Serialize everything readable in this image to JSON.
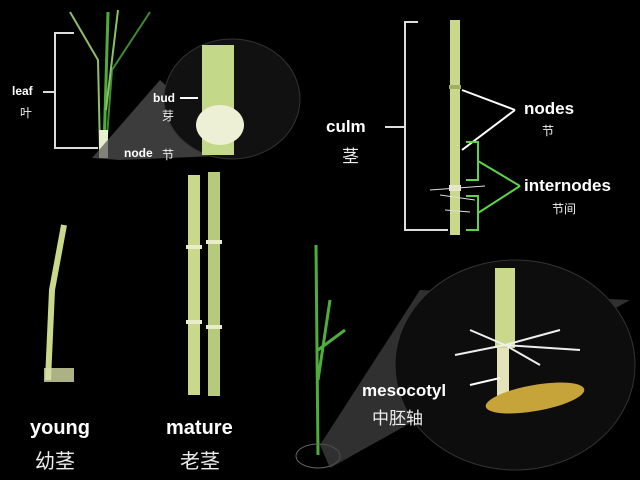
{
  "title": "Rice stem structure diagram",
  "labels": {
    "leaf": {
      "en": "leaf",
      "zh": "叶"
    },
    "bud": {
      "en": "bud",
      "zh": "芽"
    },
    "node": {
      "en": "node",
      "zh": "节"
    },
    "culm": {
      "en": "culm",
      "zh": "茎"
    },
    "nodes": {
      "en": "nodes",
      "zh": "节"
    },
    "internodes": {
      "en": "internodes",
      "zh": "节间"
    },
    "young": {
      "en": "young",
      "zh": "幼茎"
    },
    "mature": {
      "en": "mature",
      "zh": "老茎"
    },
    "mesocotyl": {
      "en": "mesocotyl",
      "zh": "中胚轴"
    }
  },
  "colors": {
    "background": "#000000",
    "stem": "#c8d98a",
    "leaf": "#4ea83a",
    "bracket_internode": "#5fd24a"
  }
}
